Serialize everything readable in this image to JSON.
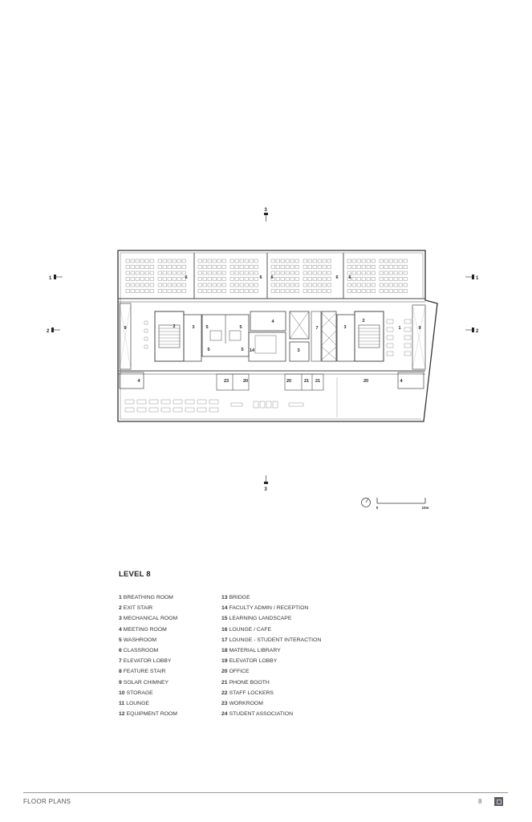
{
  "plan": {
    "section_markers": {
      "top": "3",
      "bottom": "3"
    },
    "side_markers": [
      {
        "key": "left-1",
        "text": "1"
      },
      {
        "key": "left-2",
        "text": "2"
      },
      {
        "key": "right-1",
        "text": "1"
      },
      {
        "key": "right-2",
        "text": "2"
      }
    ],
    "room_labels": {
      "classroom": "6",
      "solar": "9",
      "exit_stair": "2",
      "mech": "3",
      "washroom": "5",
      "meeting": "4",
      "elevator_lobby": "7",
      "breathing": "1",
      "faculty_admin": "14",
      "office": "20",
      "phone": "21",
      "workroom": "23"
    },
    "scale": {
      "start": "0",
      "end": "10m"
    }
  },
  "legend": {
    "title": "LEVEL 8",
    "col1": [
      {
        "num": "1",
        "label": "BREATHING ROOM"
      },
      {
        "num": "2",
        "label": "EXIT STAIR"
      },
      {
        "num": "3",
        "label": "MECHANICAL ROOM"
      },
      {
        "num": "4",
        "label": "MEETING ROOM"
      },
      {
        "num": "5",
        "label": "WASHROOM"
      },
      {
        "num": "6",
        "label": "CLASSROOM"
      },
      {
        "num": "7",
        "label": "ELEVATOR LOBBY"
      },
      {
        "num": "8",
        "label": "FEATURE STAIR"
      },
      {
        "num": "9",
        "label": "SOLAR CHIMNEY"
      },
      {
        "num": "10",
        "label": "STORAGE"
      },
      {
        "num": "11",
        "label": "LOUNGE"
      },
      {
        "num": "12",
        "label": "EQUIPMENT ROOM"
      }
    ],
    "col2": [
      {
        "num": "13",
        "label": "BRIDGE"
      },
      {
        "num": "14",
        "label": "FACULTY ADMIN / RECEPTION"
      },
      {
        "num": "15",
        "label": "LEARNING LANDSCAPE"
      },
      {
        "num": "16",
        "label": "LOUNGE / CAFE"
      },
      {
        "num": "17",
        "label": "LOUNGE - STUDENT INTERACTION"
      },
      {
        "num": "18",
        "label": "MATERIAL LIBRARY"
      },
      {
        "num": "19",
        "label": "ELEVATOR LOBBY"
      },
      {
        "num": "20",
        "label": "OFFICE"
      },
      {
        "num": "21",
        "label": "PHONE BOOTH"
      },
      {
        "num": "22",
        "label": "STAFF LOCKERS"
      },
      {
        "num": "23",
        "label": "WORKROOM"
      },
      {
        "num": "24",
        "label": "STUDENT ASSOCIATION"
      }
    ]
  },
  "footer": {
    "title": "FLOOR PLANS",
    "page": "8"
  }
}
